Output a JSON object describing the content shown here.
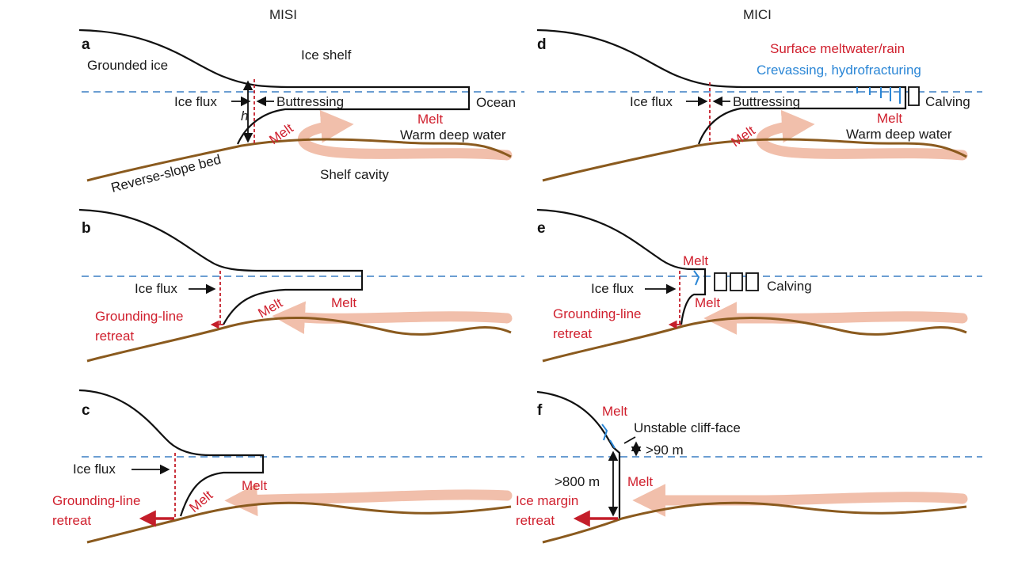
{
  "titles": {
    "left": "MISI",
    "right": "MICI"
  },
  "panel_letters": {
    "a": "a",
    "b": "b",
    "c": "c",
    "d": "d",
    "e": "e",
    "f": "f"
  },
  "labels": {
    "grounded_ice": "Grounded ice",
    "ice_shelf": "Ice shelf",
    "ice_flux": "Ice flux",
    "buttressing": "Buttressing",
    "h": "h",
    "ocean": "Ocean",
    "melt": "Melt",
    "warm_deep_water": "Warm deep water",
    "reverse_slope_bed": "Reverse-slope bed",
    "shelf_cavity": "Shelf cavity",
    "grounding_line": "Grounding-line",
    "retreat": "retreat",
    "surface_meltwater": "Surface meltwater/rain",
    "crevassing": "Crevassing, hydrofracturing",
    "calving": "Calving",
    "unstable_cliff": "Unstable cliff-face",
    "gt90": ">90 m",
    "gt800": ">800 m",
    "ice_margin": "Ice margin"
  },
  "colors": {
    "ice": "#111111",
    "bed": "#8a5a1e",
    "sea_level": "#3a7fc4",
    "red_text": "#d0202e",
    "blue_text": "#2a86d6",
    "warm_water": "#f0b9a3"
  }
}
